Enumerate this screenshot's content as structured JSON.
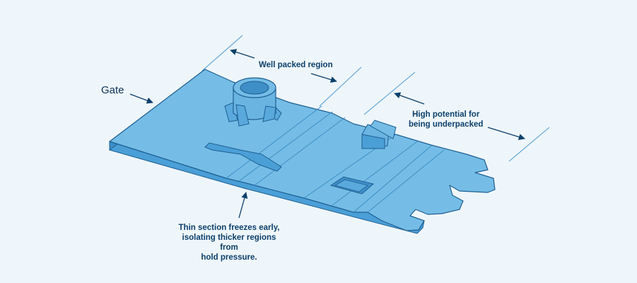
{
  "labels": {
    "gate": "Gate",
    "well_packed": "Well packed region",
    "high_potential": "High potential for\nbeing underpacked",
    "thin_section": "Thin section freezes early,\nisolating thicker regions from\nhold pressure."
  },
  "colors": {
    "background": "#eef6fb",
    "part_fill": "#75bde6",
    "part_edge": "#3e8fc7",
    "part_side": "#4a9fd6",
    "outline": "#1f5f93",
    "text": "#0d3f6b",
    "divider_line": "#6aaad8"
  }
}
